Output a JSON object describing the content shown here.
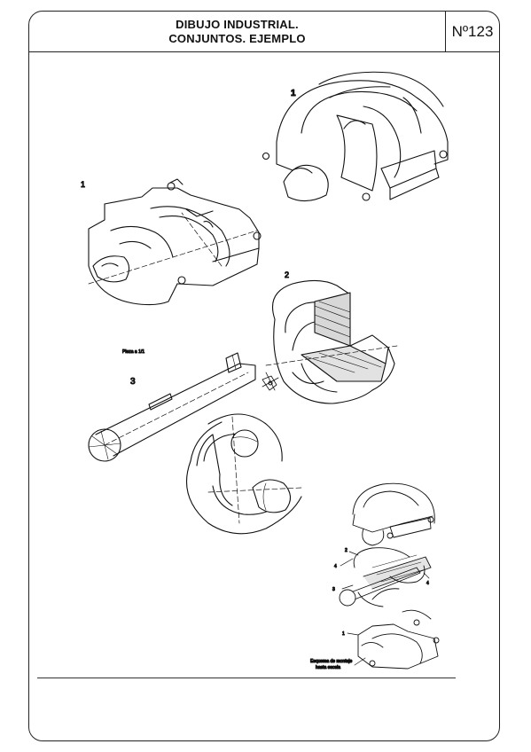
{
  "header": {
    "title_line1": "DIBUJO INDUSTRIAL.",
    "title_line2": "CONJUNTOS. EJEMPLO",
    "sheet_number": "Nº123"
  },
  "labels": {
    "top_cover_number": "1",
    "base_number": "1",
    "hub_number": "2",
    "shaft_number": "3",
    "shaft_scale_note": "Pieza a 1/1",
    "assembly_label_2": "2",
    "assembly_label_4a": "4",
    "assembly_label_4b": "4",
    "assembly_label_3": "3",
    "assembly_label_1": "1",
    "assembly_caption_line1": "Esquema de montaje",
    "assembly_caption_line2": "hasta escala"
  }
}
